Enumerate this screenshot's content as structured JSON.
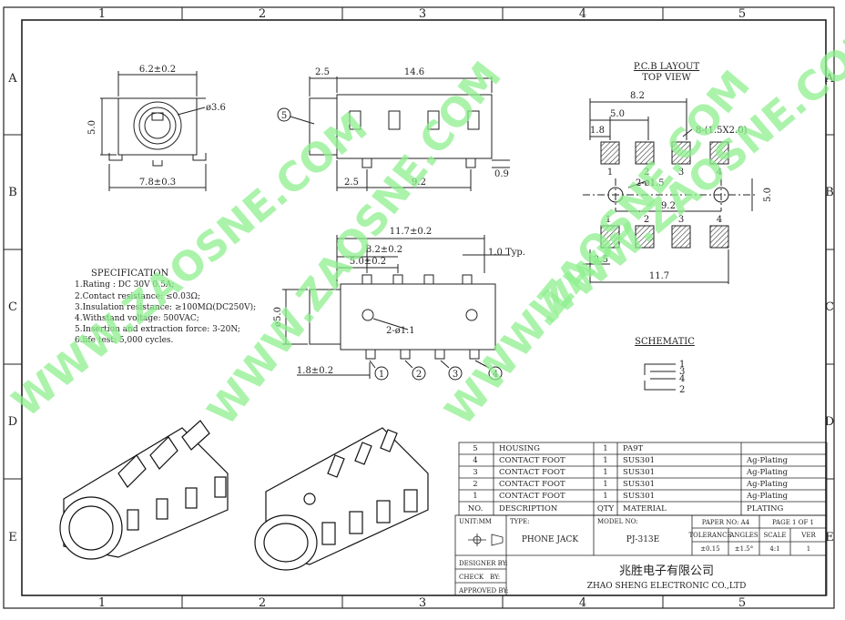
{
  "frame": {
    "columns": [
      "1",
      "2",
      "3",
      "4",
      "5"
    ],
    "rows": [
      "A",
      "B",
      "C",
      "D",
      "E"
    ]
  },
  "watermark": "WWW.ZAOSNE.COM",
  "front_view": {
    "width_dim": "6.2±0.2",
    "height_dim": "5.0",
    "hole_dim": "ø3.6",
    "base_dim": "7.8±0.3"
  },
  "side_view": {
    "callout": "5",
    "dim_a": "2.5",
    "dim_b": "14.6",
    "dim_c": "2.5",
    "dim_d": "9.2",
    "dim_e": "0.9"
  },
  "bottom_view": {
    "dim_a": "11.7±0.2",
    "dim_b": "8.2±0.2",
    "dim_c": "5.0±0.2",
    "dim_d": "1.0 Typ.",
    "dim_e": "ø5.0",
    "dim_f": "2-ø1.1",
    "dim_g": "1.8±0.2",
    "callouts": [
      "1",
      "2",
      "3",
      "4"
    ]
  },
  "pcb_layout": {
    "title": "P.C.B LAYOUT",
    "subtitle": "TOP VIEW",
    "dim_82": "8.2",
    "dim_50": "5.0",
    "dim_18": "1.8",
    "pad_note": "8-(1.5X2.0)",
    "hole_note": "2-ø1.5",
    "dim_92": "9.2",
    "dim_50v": "5.0",
    "dim_25": "2.5",
    "dim_117": "11.7",
    "top_pin_labels": [
      "1",
      "2",
      "3",
      "4"
    ],
    "bottom_pin_labels": [
      "1",
      "2",
      "3",
      "4"
    ]
  },
  "schematic": {
    "title": "SCHEMATIC",
    "pins": [
      "1",
      "3",
      "4",
      "2"
    ]
  },
  "specification": {
    "title": "SPECIFICATION",
    "lines": [
      "1.Rating : DC 30V 0.5A;",
      "2.Contact resistance: ≤0.03Ω;",
      "3.Insulation resistance: ≥100MΩ(DC250V);",
      "4.Withstand voltage: 500VAC;",
      "5.Insertion and extraction force: 3-20N;",
      "6.life test: 5,000 cycles."
    ]
  },
  "bom": {
    "rows": [
      {
        "no": "5",
        "desc": "HOUSING",
        "qty": "1",
        "material": "PA9T",
        "plating": ""
      },
      {
        "no": "4",
        "desc": "CONTACT FOOT",
        "qty": "1",
        "material": "SUS301",
        "plating": "Ag-Plating"
      },
      {
        "no": "3",
        "desc": "CONTACT FOOT",
        "qty": "1",
        "material": "SUS301",
        "plating": "Ag-Plating"
      },
      {
        "no": "2",
        "desc": "CONTACT FOOT",
        "qty": "1",
        "material": "SUS301",
        "plating": "Ag-Plating"
      },
      {
        "no": "1",
        "desc": "CONTACT FOOT",
        "qty": "1",
        "material": "SUS301",
        "plating": "Ag-Plating"
      }
    ],
    "header": {
      "no": "NO.",
      "desc": "DESCRIPTION",
      "qty": "QTY",
      "material": "MATERIAL",
      "plating": "PLATING"
    }
  },
  "title_block": {
    "unit_label": "UNIT:MM",
    "type_label": "TYPE:",
    "type_value": "PHONE JACK",
    "model_label": "MODEL NO:",
    "model_value": "PJ-313E",
    "paper_label": "PAPER NO: A4",
    "page_label": "PAGE 1 OF 1",
    "tol_label": "TOLERANCE",
    "angles_label": "ANGLES",
    "scale_label": "SCALE",
    "ver_label": "VER",
    "tol_value": "±0.15",
    "angles_value": "±1.5°",
    "scale_value": "4:1",
    "ver_value": "1",
    "designer_label": "DESIGNER BY:",
    "check_label": "CHECK",
    "check_by": "BY:",
    "approved_label": "APPROVED BY:",
    "company_cn": "兆胜电子有限公司",
    "company_en": "ZHAO SHENG ELECTRONIC CO.,LTD"
  }
}
